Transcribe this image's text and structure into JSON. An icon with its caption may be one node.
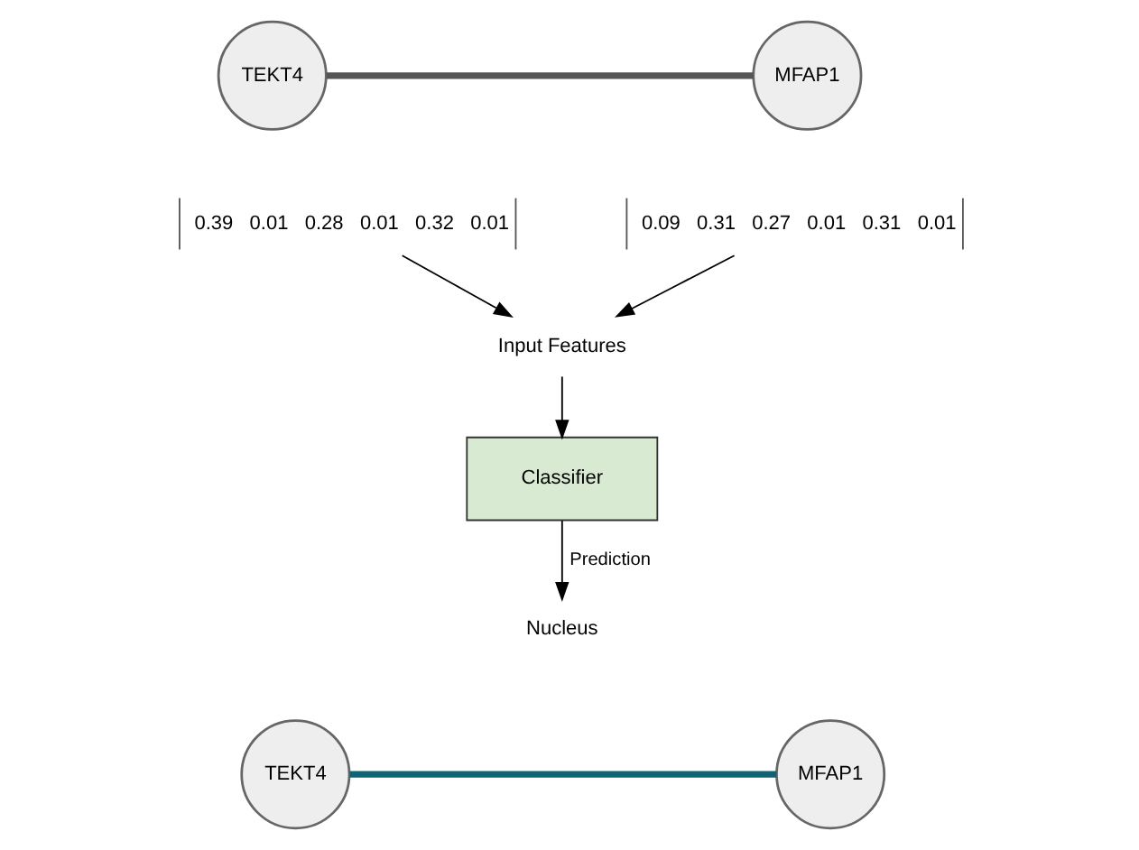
{
  "diagram": {
    "nodes": [
      {
        "text": [
          "TEKT4"
        ]
      },
      {
        "text": [
          "MFAP1"
        ]
      },
      {
        "text": [
          "0.39   0.01   0.28   0.01   0.32   0.01"
        ]
      },
      {
        "text": [
          "0.09   0.31   0.27   0.01   0.31   0.01"
        ]
      },
      {
        "text": [
          "Input Features"
        ]
      },
      {
        "text": [
          "Classifier"
        ]
      },
      {
        "text": [
          "Nucleus"
        ]
      },
      {
        "text": [
          "TEKT4"
        ]
      },
      {
        "text": [
          "MFAP1"
        ]
      }
    ],
    "edges": [
      {
        "from": 0,
        "to": 1,
        "arrow": "none",
        "style": "thick",
        "color": "#555555"
      },
      {
        "from": 2,
        "to": 4,
        "arrow": "to"
      },
      {
        "from": 3,
        "to": 4,
        "arrow": "to"
      },
      {
        "from": 4,
        "to": 5,
        "arrow": "to"
      },
      {
        "from": 5,
        "to": 6,
        "arrow": "to",
        "label": "Prediction"
      },
      {
        "from": 7,
        "to": 8,
        "arrow": "none",
        "style": "thick",
        "color": "#0e6474"
      }
    ]
  }
}
